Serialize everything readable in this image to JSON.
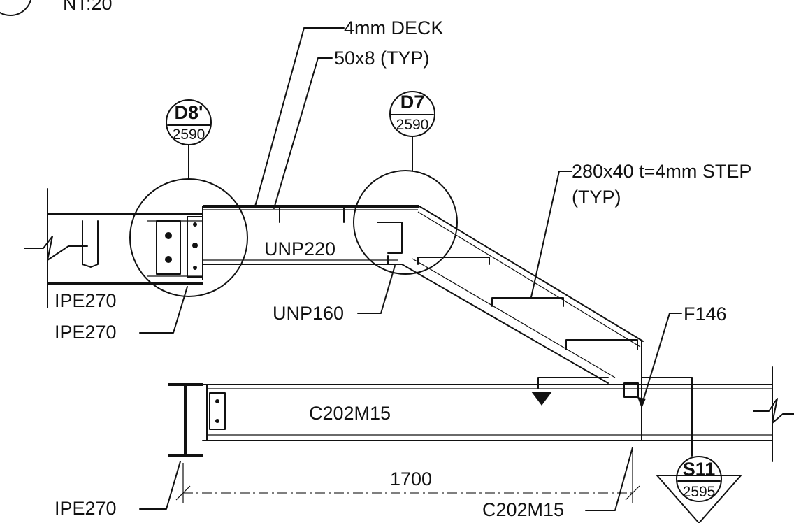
{
  "title": {
    "text": "NT:20"
  },
  "callouts": {
    "d8": {
      "tag": "D8'",
      "sheet": "2590"
    },
    "d7": {
      "tag": "D7",
      "sheet": "2590"
    },
    "s11": {
      "tag": "S11",
      "sheet": "2595"
    }
  },
  "labels": {
    "deck": "4mm DECK",
    "flat_bar": "50x8 (TYP)",
    "step_line1": "280x40 t=4mm STEP",
    "step_line2": "(TYP)",
    "unp220": "UNP220",
    "unp160": "UNP160",
    "ipe270_a": "IPE270",
    "ipe270_b": "IPE270",
    "ipe270_c": "IPE270",
    "f146": "F146",
    "c202_beam": "C202M15",
    "c202_leader": "C202M15"
  },
  "dimensions": {
    "span": "1700"
  }
}
